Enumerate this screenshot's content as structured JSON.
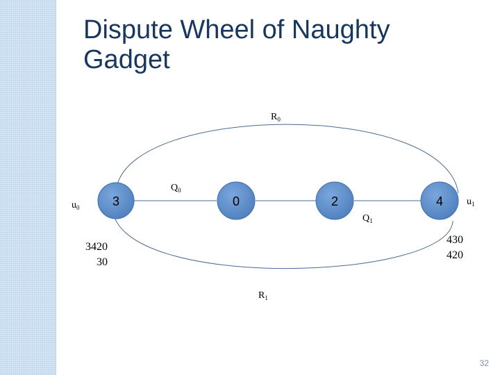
{
  "slide": {
    "title": "Dispute Wheel of Naughty Gadget",
    "page_number": "32"
  },
  "diagram": {
    "nodes": [
      {
        "id": "node-3",
        "label": "3"
      },
      {
        "id": "node-0",
        "label": "0"
      },
      {
        "id": "node-2",
        "label": "2"
      },
      {
        "id": "node-4",
        "label": "4"
      }
    ],
    "labels": {
      "u0": {
        "base": "u",
        "sub": "0"
      },
      "u1": {
        "base": "u",
        "sub": "1"
      },
      "R0": {
        "base": "R",
        "sub": "0"
      },
      "R1": {
        "base": "R",
        "sub": "1"
      },
      "Q0": {
        "base": "Q",
        "sub": "0"
      },
      "Q1": {
        "base": "Q",
        "sub": "1"
      }
    },
    "path_list_left": [
      "3420",
      "30"
    ],
    "path_list_right": [
      "430",
      "420"
    ],
    "colors": {
      "node_fill": "#5b8dc9",
      "node_stroke": "#3f6fa8",
      "edge": "#4a6a94"
    }
  }
}
